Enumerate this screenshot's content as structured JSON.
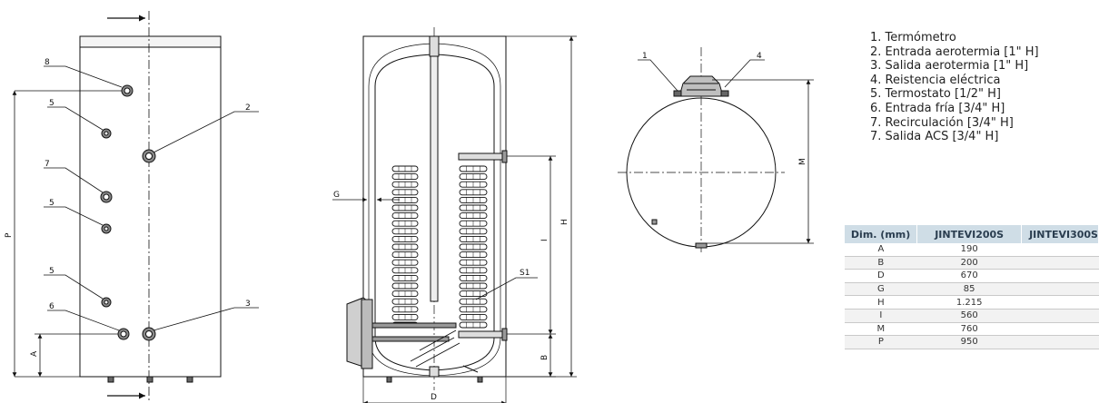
{
  "legend": [
    "1. Termómetro",
    "2. Entrada aerotermia [1\" H]",
    "3. Salida aerotermia [1\" H]",
    "4. Reistencia eléctrica",
    "5. Termostato [1/2\" H]",
    "6. Entrada fría [3/4\" H]",
    "7. Recirculación [3/4\" H]",
    "7. Salida ACS [3/4\" H]"
  ],
  "dim_table": {
    "headers": [
      "Dim. (mm)",
      "JINTEVI200S",
      "JINTEVI300S"
    ],
    "rows": [
      [
        "A",
        "190"
      ],
      [
        "B",
        "200"
      ],
      [
        "D",
        "670"
      ],
      [
        "G",
        "85"
      ],
      [
        "H",
        "1.215"
      ],
      [
        "I",
        "560"
      ],
      [
        "M",
        "760"
      ],
      [
        "P",
        "950"
      ]
    ]
  },
  "front_view": {
    "callouts": [
      "8",
      "5",
      "2",
      "7",
      "5",
      "5",
      "6",
      "3"
    ],
    "dim_labels": {
      "P": "P",
      "A": "A"
    }
  },
  "section_view": {
    "dim_labels": {
      "G": "G",
      "H": "H",
      "I": "I",
      "S1": "S1",
      "B": "B",
      "D": "D"
    }
  },
  "top_view": {
    "callouts": [
      "1",
      "4"
    ],
    "dim_labels": {
      "M": "M"
    }
  }
}
